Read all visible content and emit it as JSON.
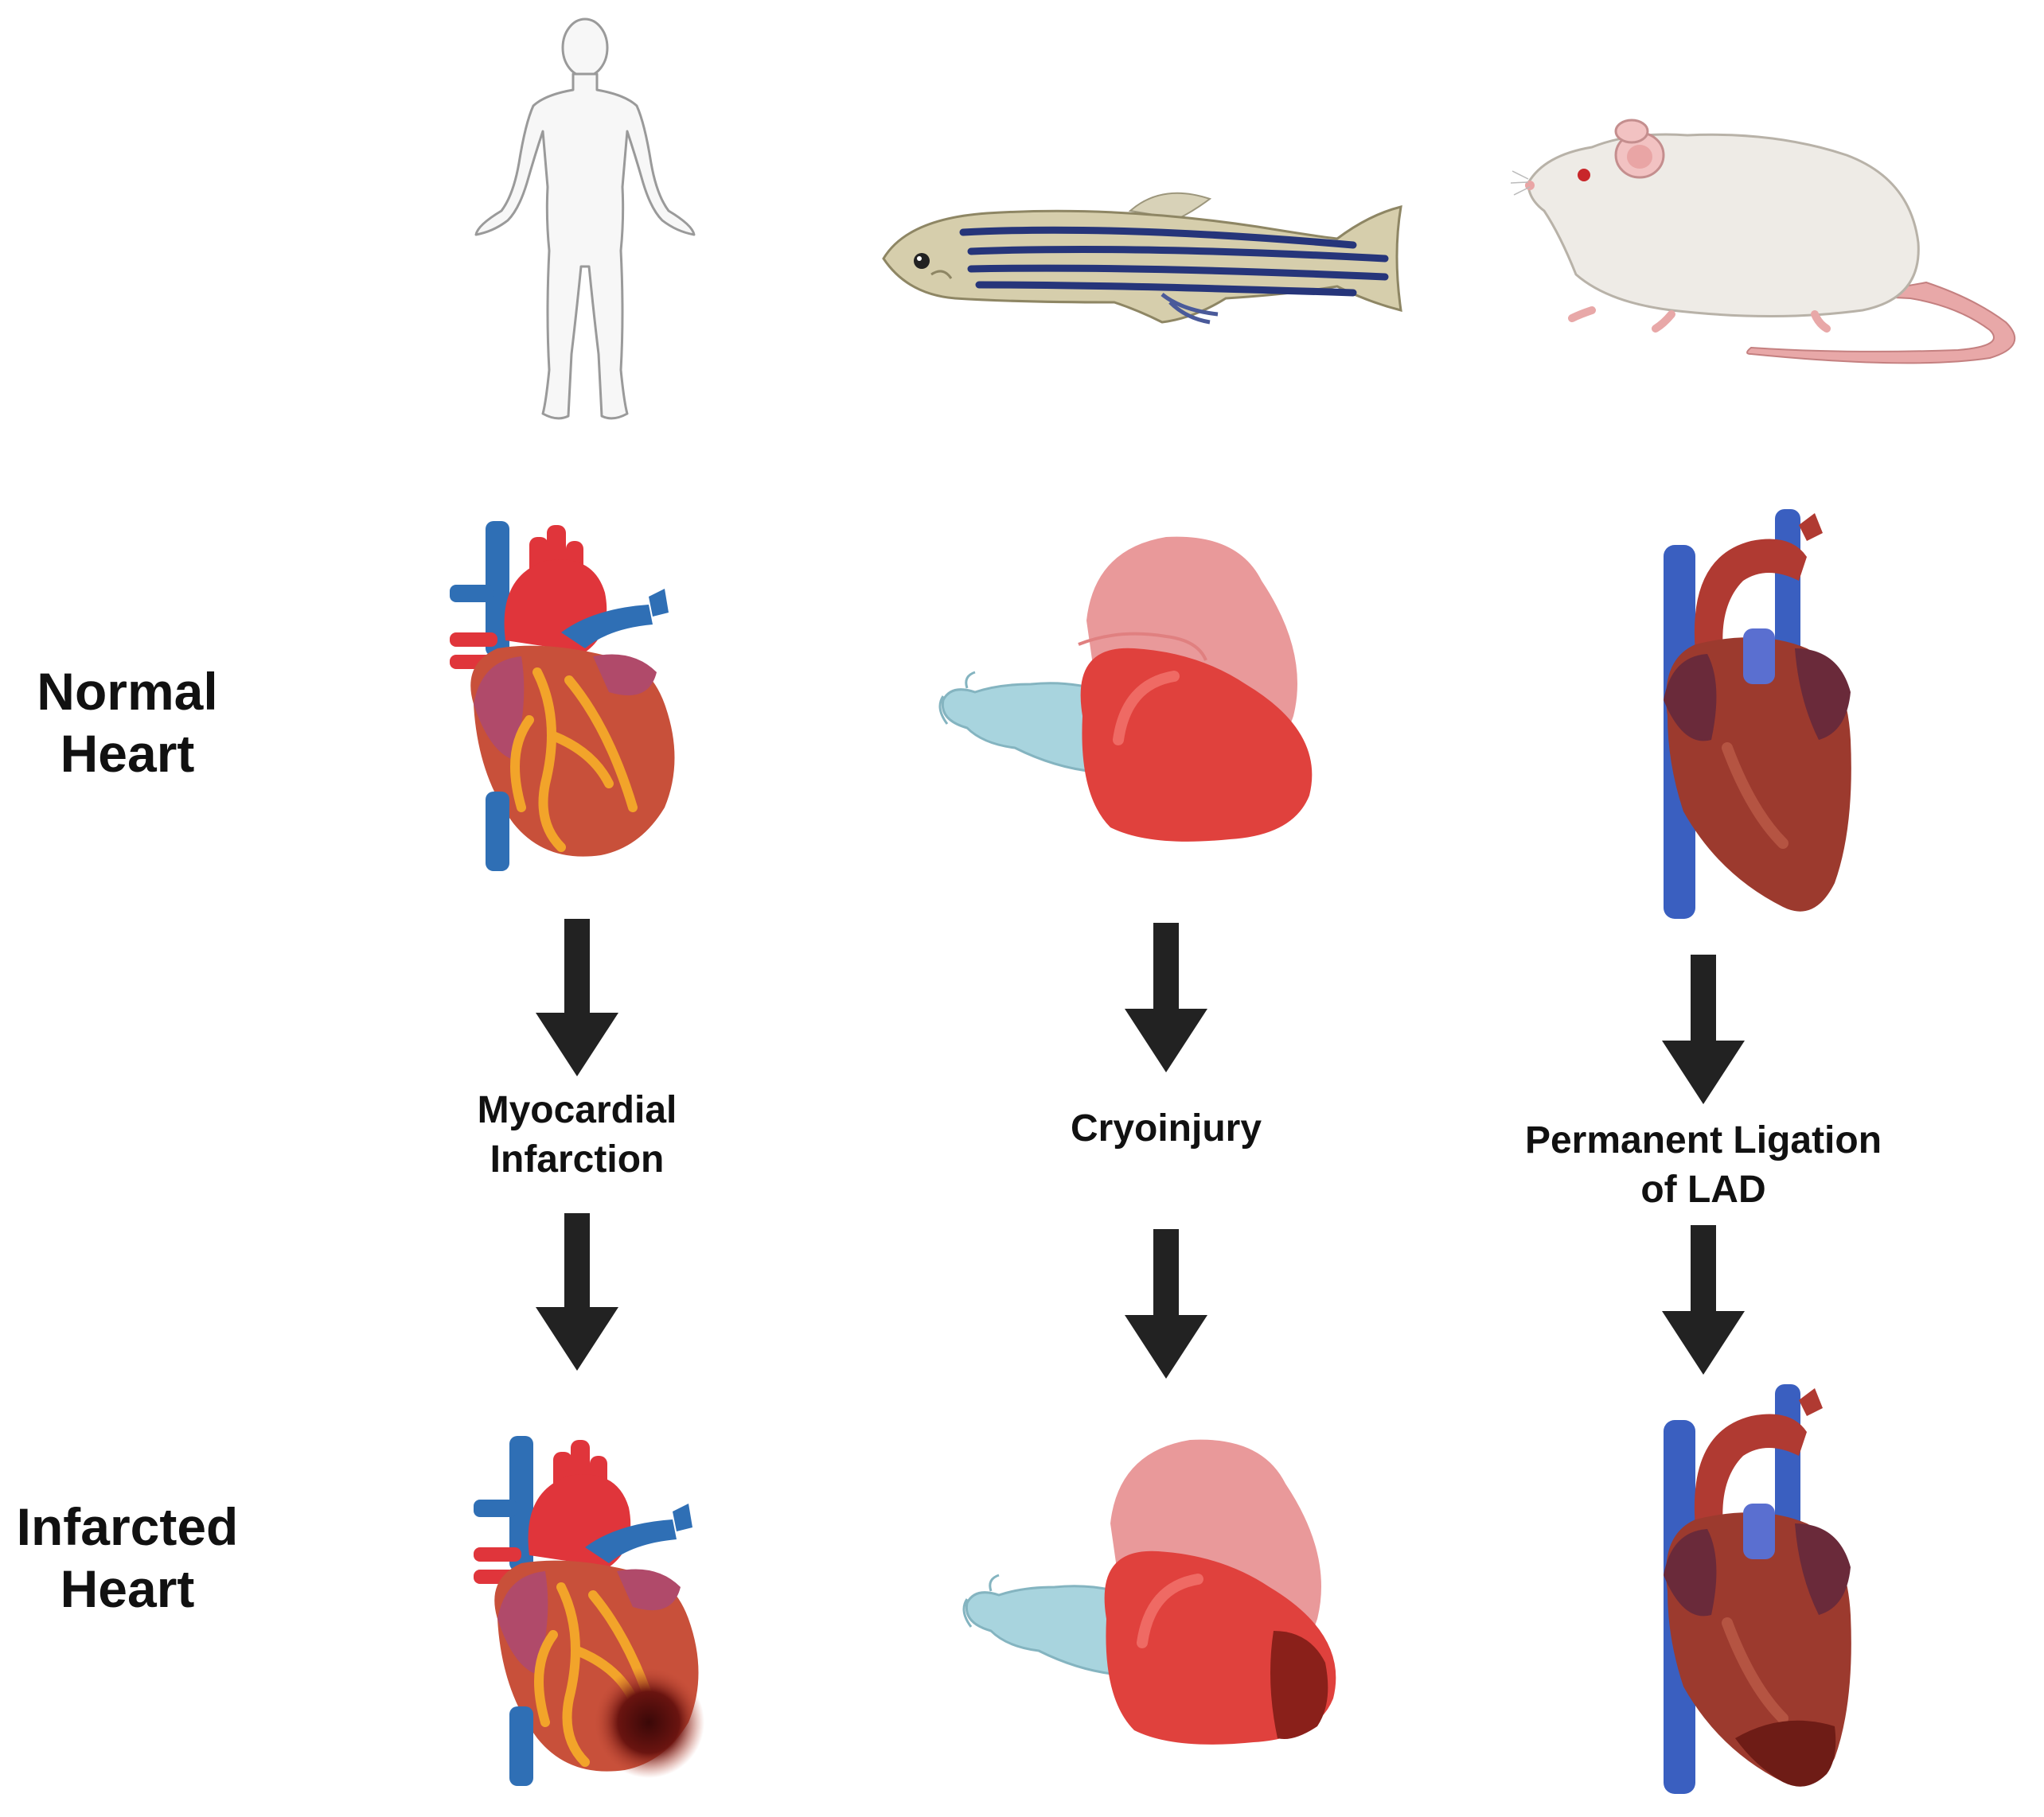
{
  "rows": {
    "normal": [
      "Normal",
      "Heart"
    ],
    "infarcted": [
      "Infarcted",
      "Heart"
    ]
  },
  "columns": [
    {
      "organism": "human",
      "procedure": [
        "Myocardial",
        "Infarction"
      ]
    },
    {
      "organism": "zebrafish",
      "procedure": [
        "Cryoinjury"
      ]
    },
    {
      "organism": "mouse",
      "procedure": [
        "Permanent Ligation",
        "of LAD"
      ]
    }
  ],
  "colors": {
    "arrow": "#222222",
    "vein_blue": "#2f6fb5",
    "artery_red": "#e0353b",
    "myocardium": "#c8503a",
    "fish_heart_red": "#e0413d",
    "fish_atrium_pink": "#e9999a",
    "fish_bulbus": "#a8d4de",
    "mouse_heart": "#9c3a2e",
    "infarct_dark": "#7a1e18"
  }
}
